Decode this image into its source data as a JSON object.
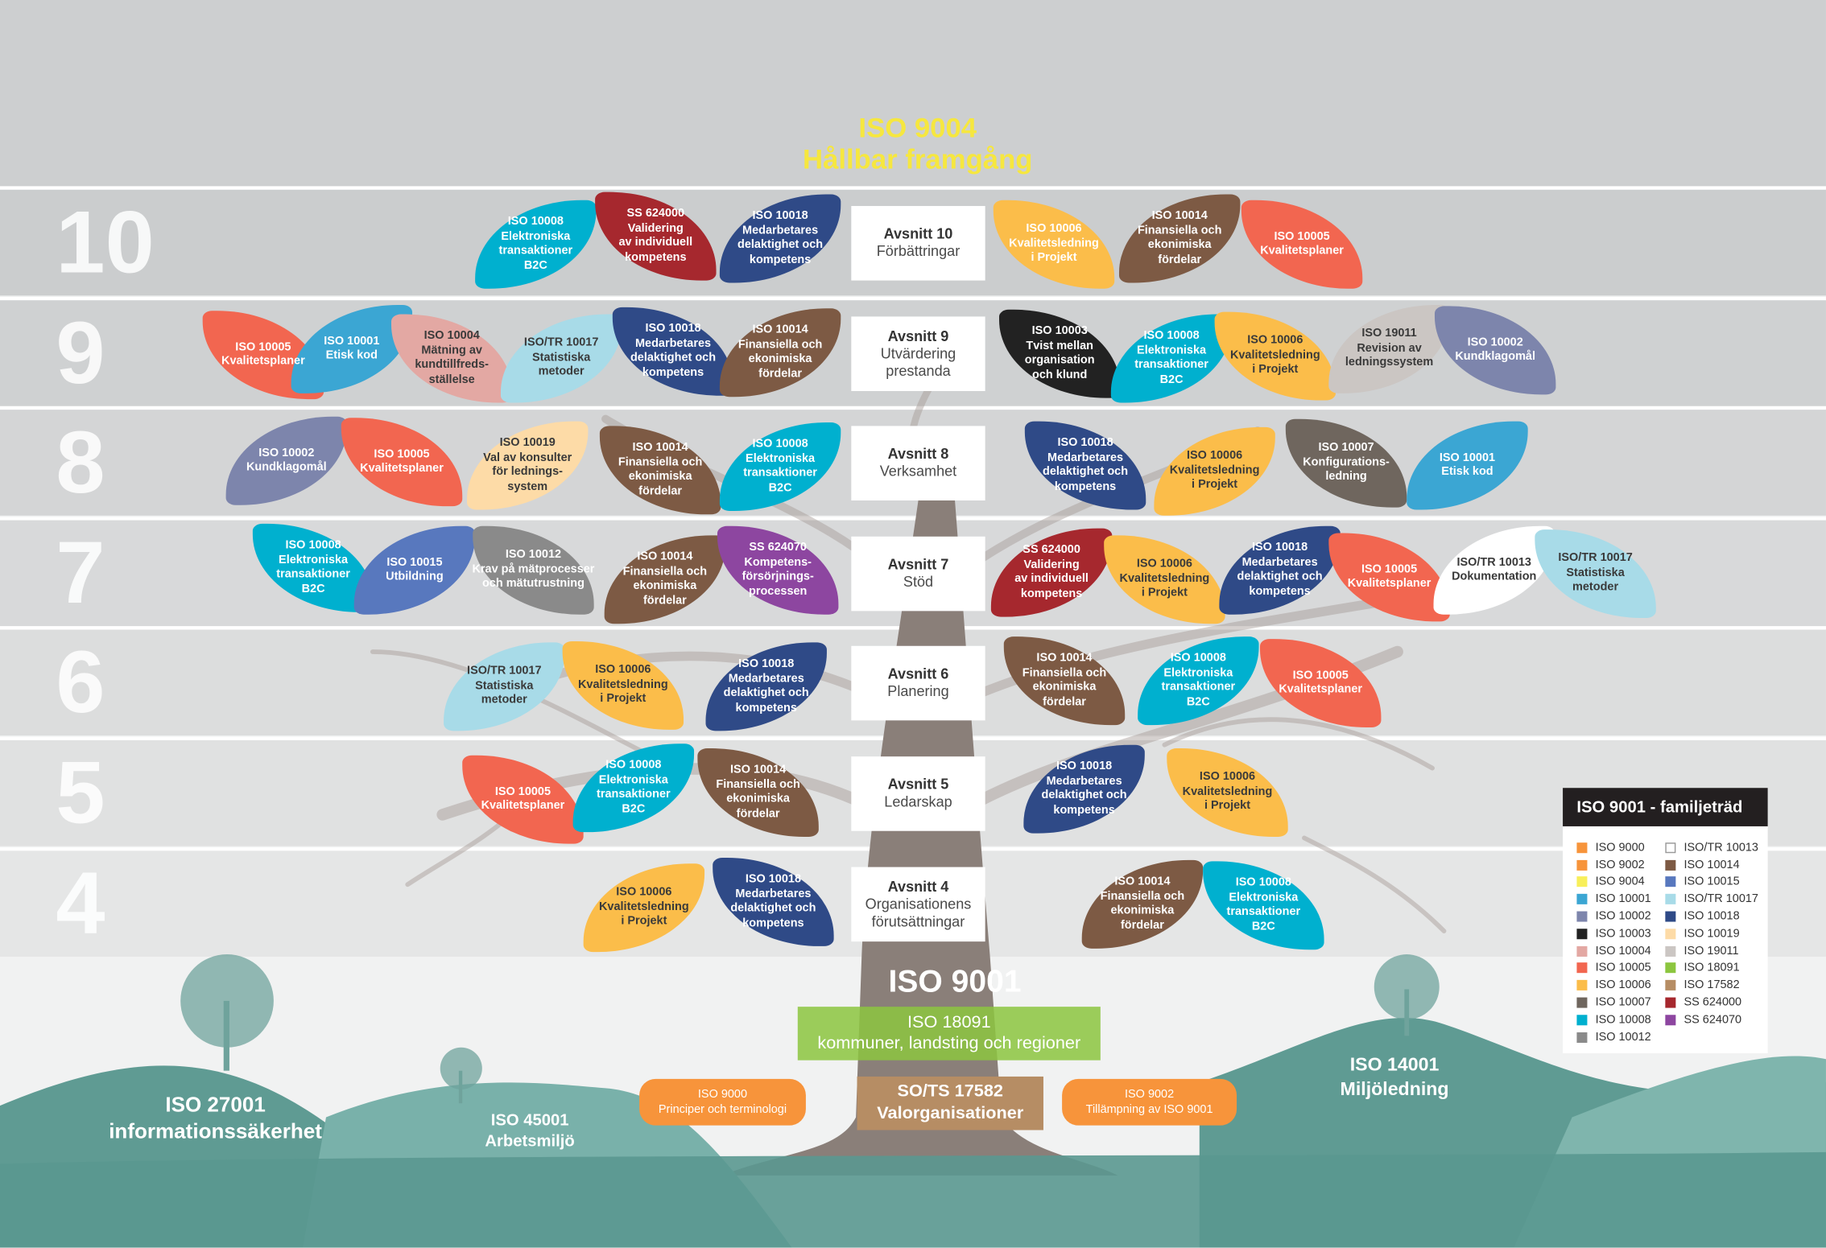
{
  "title": {
    "line1": "ISO 9004",
    "line2": "Hållbar framgång"
  },
  "rows": [
    {
      "number": "10",
      "section": "Avsnitt 10",
      "subtitle": [
        "Förbättringar"
      ],
      "leaves": [
        {
          "lines": [
            "ISO 10008",
            "Elektroniska",
            "transaktioner",
            "B2C"
          ],
          "color": "#00b0cf"
        },
        {
          "lines": [
            "SS 624000",
            "Validering",
            "av individuell",
            "kompetens"
          ],
          "color": "#a6282e"
        },
        {
          "lines": [
            "ISO 10018",
            "Medarbetares",
            "delaktighet och",
            "kompetens"
          ],
          "color": "#2f4a87"
        },
        {
          "lines": [
            "ISO 10006",
            "Kvalitetsledning",
            "i Projekt"
          ],
          "color": "#fbbd4a"
        },
        {
          "lines": [
            "ISO 10014",
            "Finansiella och",
            "ekonimiska",
            "fördelar"
          ],
          "color": "#7d5a44"
        },
        {
          "lines": [
            "ISO 10005",
            "Kvalitetsplaner"
          ],
          "color": "#f26650"
        }
      ]
    },
    {
      "number": "9",
      "section": "Avsnitt 9",
      "subtitle": [
        "Utvärdering",
        "prestanda"
      ],
      "leaves": [
        {
          "lines": [
            "ISO 10005",
            "Kvalitetsplaner"
          ],
          "color": "#f26650"
        },
        {
          "lines": [
            "ISO 10001",
            "Etisk kod"
          ],
          "color": "#3ba6d3"
        },
        {
          "lines": [
            "ISO 10004",
            "Mätning av",
            "kundtillfreds-",
            "ställelse"
          ],
          "color": "#e3a8a3",
          "dark": true
        },
        {
          "lines": [
            "ISO/TR 10017",
            "Statistiska",
            "metoder"
          ],
          "color": "#a8dbe8",
          "dark": true
        },
        {
          "lines": [
            "ISO 10018",
            "Medarbetares",
            "delaktighet och",
            "kompetens"
          ],
          "color": "#2f4a87"
        },
        {
          "lines": [
            "ISO 10014",
            "Finansiella och",
            "ekonimiska",
            "fördelar"
          ],
          "color": "#7d5a44"
        },
        {
          "lines": [
            "ISO 10003",
            "Tvist mellan",
            "organisation",
            "och klund"
          ],
          "color": "#222222"
        },
        {
          "lines": [
            "ISO 10008",
            "Elektroniska",
            "transaktioner",
            "B2C"
          ],
          "color": "#00b0cf"
        },
        {
          "lines": [
            "ISO 10006",
            "Kvalitetsledning",
            "i Projekt"
          ],
          "color": "#fbbd4a",
          "dark": true
        },
        {
          "lines": [
            "ISO 19011",
            "Revision av",
            "ledningssystem"
          ],
          "color": "#cbc6c3",
          "dark": true
        },
        {
          "lines": [
            "ISO 10002",
            "Kundklagomål"
          ],
          "color": "#7d85ac"
        }
      ]
    },
    {
      "number": "8",
      "section": "Avsnitt 8",
      "subtitle": [
        "Verksamhet"
      ],
      "leaves": [
        {
          "lines": [
            "ISO 10002",
            "Kundklagomål"
          ],
          "color": "#7d85ac"
        },
        {
          "lines": [
            "ISO 10005",
            "Kvalitetsplaner"
          ],
          "color": "#f26650"
        },
        {
          "lines": [
            "ISO 10019",
            "Val av konsulter",
            "för lednings-",
            "system"
          ],
          "color": "#fddba7",
          "dark": true
        },
        {
          "lines": [
            "ISO 10014",
            "Finansiella och",
            "ekonimiska",
            "fördelar"
          ],
          "color": "#7d5a44"
        },
        {
          "lines": [
            "ISO 10008",
            "Elektroniska",
            "transaktioner",
            "B2C"
          ],
          "color": "#00b0cf"
        },
        {
          "lines": [
            "ISO 10018",
            "Medarbetares",
            "delaktighet och",
            "kompetens"
          ],
          "color": "#2f4a87"
        },
        {
          "lines": [
            "ISO 10006",
            "Kvalitetsledning",
            "i Projekt"
          ],
          "color": "#fbbd4a",
          "dark": true
        },
        {
          "lines": [
            "ISO 10007",
            "Konfigurations-",
            "ledning"
          ],
          "color": "#6f665e"
        },
        {
          "lines": [
            "ISO 10001",
            "Etisk kod"
          ],
          "color": "#3ba6d3"
        }
      ]
    },
    {
      "number": "7",
      "section": "Avsnitt 7",
      "subtitle": [
        "Stöd"
      ],
      "leaves": [
        {
          "lines": [
            "ISO 10008",
            "Elektroniska",
            "transaktioner",
            "B2C"
          ],
          "color": "#00b0cf"
        },
        {
          "lines": [
            "ISO 10015",
            "Utbildning"
          ],
          "color": "#5878be"
        },
        {
          "lines": [
            "ISO 10012",
            "Krav på mätprocesser",
            "och mätutrustning"
          ],
          "color": "#8a8a8a"
        },
        {
          "lines": [
            "ISO 10014",
            "Finansiella och",
            "ekonimiska",
            "fördelar"
          ],
          "color": "#7d5a44"
        },
        {
          "lines": [
            "SS 624070",
            "Kompetens-",
            "försörjnings-",
            "processen"
          ],
          "color": "#8d46a0"
        },
        {
          "lines": [
            "SS 624000",
            "Validering",
            "av individuell",
            "kompetens"
          ],
          "color": "#a6282e"
        },
        {
          "lines": [
            "ISO 10006",
            "Kvalitetsledning",
            "i Projekt"
          ],
          "color": "#fbbd4a",
          "dark": true
        },
        {
          "lines": [
            "ISO 10018",
            "Medarbetares",
            "delaktighet och",
            "kompetens"
          ],
          "color": "#2f4a87"
        },
        {
          "lines": [
            "ISO 10005",
            "Kvalitetsplaner"
          ],
          "color": "#f26650"
        },
        {
          "lines": [
            "ISO/TR 10013",
            "Dokumentation"
          ],
          "color": "#ffffff",
          "dark": true
        },
        {
          "lines": [
            "ISO/TR 10017",
            "Statistiska",
            "metoder"
          ],
          "color": "#a8dbe8",
          "dark": true
        }
      ]
    },
    {
      "number": "6",
      "section": "Avsnitt 6",
      "subtitle": [
        "Planering"
      ],
      "leaves": [
        {
          "lines": [
            "ISO/TR 10017",
            "Statistiska",
            "metoder"
          ],
          "color": "#a8dbe8",
          "dark": true
        },
        {
          "lines": [
            "ISO 10006",
            "Kvalitetsledning",
            "i Projekt"
          ],
          "color": "#fbbd4a",
          "dark": true
        },
        {
          "lines": [
            "ISO 10018",
            "Medarbetares",
            "delaktighet och",
            "kompetens"
          ],
          "color": "#2f4a87"
        },
        {
          "lines": [
            "ISO 10014",
            "Finansiella och",
            "ekonimiska",
            "fördelar"
          ],
          "color": "#7d5a44"
        },
        {
          "lines": [
            "ISO 10008",
            "Elektroniska",
            "transaktioner",
            "B2C"
          ],
          "color": "#00b0cf"
        },
        {
          "lines": [
            "ISO 10005",
            "Kvalitetsplaner"
          ],
          "color": "#f26650"
        }
      ]
    },
    {
      "number": "5",
      "section": "Avsnitt 5",
      "subtitle": [
        "Ledarskap"
      ],
      "leaves": [
        {
          "lines": [
            "ISO 10005",
            "Kvalitetsplaner"
          ],
          "color": "#f26650"
        },
        {
          "lines": [
            "ISO 10008",
            "Elektroniska",
            "transaktioner",
            "B2C"
          ],
          "color": "#00b0cf"
        },
        {
          "lines": [
            "ISO 10014",
            "Finansiella och",
            "ekonimiska",
            "fördelar"
          ],
          "color": "#7d5a44"
        },
        {
          "lines": [
            "ISO 10018",
            "Medarbetares",
            "delaktighet och",
            "kompetens"
          ],
          "color": "#2f4a87"
        },
        {
          "lines": [
            "ISO 10006",
            "Kvalitetsledning",
            "i Projekt"
          ],
          "color": "#fbbd4a",
          "dark": true
        }
      ]
    },
    {
      "number": "4",
      "section": "Avsnitt 4",
      "subtitle": [
        "Organisationens",
        "förutsättningar"
      ],
      "leaves": [
        {
          "lines": [
            "ISO 10006",
            "Kvalitetsledning",
            "i Projekt"
          ],
          "color": "#fbbd4a",
          "dark": true
        },
        {
          "lines": [
            "ISO 10018",
            "Medarbetares",
            "delaktighet och",
            "kompetens"
          ],
          "color": "#2f4a87"
        },
        {
          "lines": [
            "ISO 10014",
            "Finansiella och",
            "ekonimiska",
            "fördelar"
          ],
          "color": "#7d5a44"
        },
        {
          "lines": [
            "ISO 10008",
            "Elektroniska",
            "transaktioner",
            "B2C"
          ],
          "color": "#00b0cf"
        }
      ]
    }
  ],
  "trunk": {
    "label": "ISO 9001"
  },
  "iso18091": {
    "line1": "ISO 18091",
    "line2": "kommuner, landsting och regioner"
  },
  "iso17582": {
    "line1": "SO/TS 17582",
    "line2": "Valorganisationer"
  },
  "iso9000": {
    "line1": "ISO 9000",
    "line2": "Principer och terminologi"
  },
  "iso9002": {
    "line1": "ISO 9002",
    "line2": "Tillämpning av ISO 9001"
  },
  "hills": {
    "iso27001": {
      "line1": "ISO 27001",
      "line2": "informationssäkerhet"
    },
    "iso45001": {
      "line1": "ISO 45001",
      "line2": "Arbetsmiljö"
    },
    "iso14001": {
      "line1": "ISO 14001",
      "line2": "Miljöledning"
    }
  },
  "legend": {
    "title": "ISO 9001 -  familjeträd",
    "col1": [
      {
        "label": "ISO 9000",
        "color": "#f7943b"
      },
      {
        "label": "ISO 9002",
        "color": "#f7943b"
      },
      {
        "label": "ISO 9004",
        "color": "#f8ef5a"
      },
      {
        "label": "ISO 10001",
        "color": "#3ba6d3"
      },
      {
        "label": "ISO 10002",
        "color": "#7d85ac"
      },
      {
        "label": "ISO 10003",
        "color": "#222222"
      },
      {
        "label": "ISO 10004",
        "color": "#e3a8a3"
      },
      {
        "label": "ISO 10005",
        "color": "#f26650"
      },
      {
        "label": "ISO 10006",
        "color": "#fbbd4a"
      },
      {
        "label": "ISO 10007",
        "color": "#6f665e"
      },
      {
        "label": "ISO 10008",
        "color": "#00b0cf"
      },
      {
        "label": "ISO 10012",
        "color": "#8a8a8a"
      }
    ],
    "col2": [
      {
        "label": "ISO/TR 10013",
        "color": "#ffffff"
      },
      {
        "label": "ISO 10014",
        "color": "#7d5a44"
      },
      {
        "label": "ISO 10015",
        "color": "#5878be"
      },
      {
        "label": "ISO/TR 10017",
        "color": "#a8dbe8"
      },
      {
        "label": "ISO 10018",
        "color": "#2f4a87"
      },
      {
        "label": "ISO 10019",
        "color": "#fddba7"
      },
      {
        "label": "ISO 19011",
        "color": "#cbc6c3"
      },
      {
        "label": "ISO 18091",
        "color": "#8cc63f"
      },
      {
        "label": "ISO 17582",
        "color": "#b68d64"
      },
      {
        "label": "SS 624000",
        "color": "#a6282e"
      },
      {
        "label": "SS 624070",
        "color": "#8d46a0"
      }
    ]
  }
}
